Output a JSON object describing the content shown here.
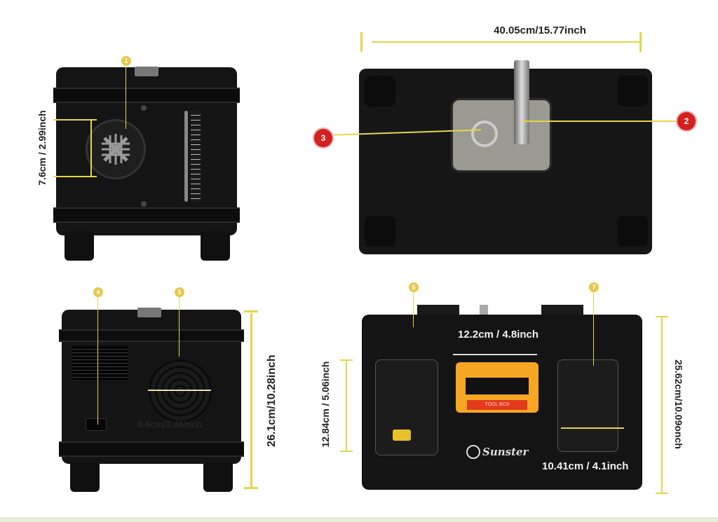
{
  "callouts": [
    "1",
    "2",
    "3",
    "4",
    "5",
    "6",
    "7"
  ],
  "dimensions": {
    "front_vent": "7.6cm / 2.99inch",
    "top_width": "40.05cm/15.77inch",
    "rear_height": "26.1cm/10.28inch",
    "rear_fan": "8.6cm/3.46inch",
    "handle_width": "12.2cm / 4.8inch",
    "side_panel_height": "12.84cm / 5.06inch",
    "compartment_width": "10.41cm / 4.1inch",
    "case_height": "25.62cm/10.09onch"
  },
  "labels": {
    "handle_tag": "TOOL BOX",
    "brand": "Sunster"
  },
  "colors": {
    "dimension_line": "#e7d44a",
    "callout_red": "#d32020",
    "handle_orange": "#f5a623",
    "case_black": "#141414"
  }
}
